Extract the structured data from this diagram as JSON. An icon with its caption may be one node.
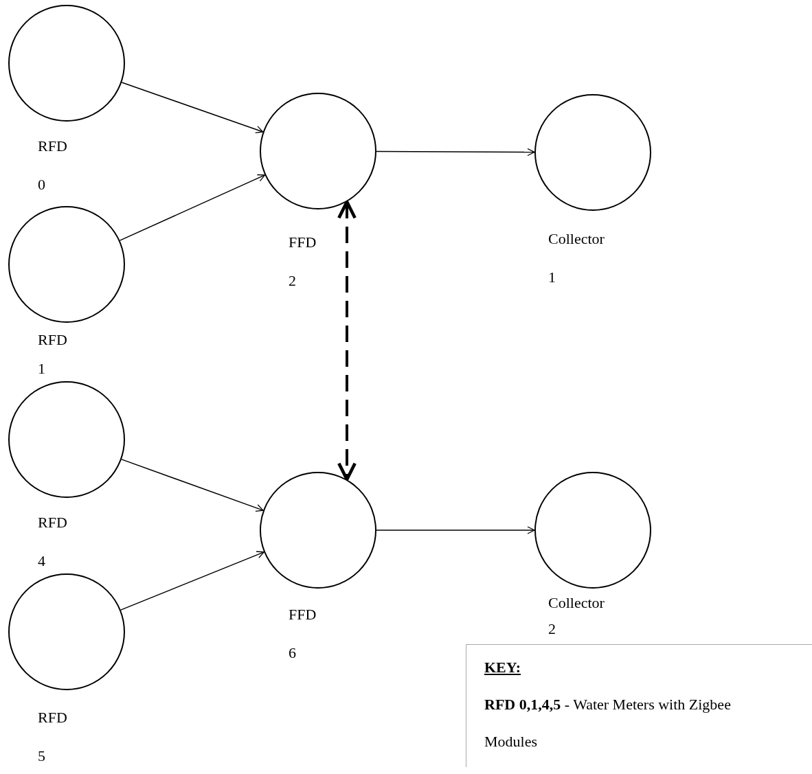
{
  "diagram": {
    "nodes": [
      {
        "text": [
          "RFD 0"
        ]
      },
      {
        "text": [
          "RFD 1"
        ]
      },
      {
        "text": [
          "FFD 2"
        ]
      },
      {
        "text": [
          "Collector 1"
        ]
      },
      {
        "text": [
          "RFD 4"
        ]
      },
      {
        "text": [
          "RFD 5"
        ]
      },
      {
        "text": [
          "FFD 6"
        ]
      },
      {
        "text": [
          "Collector 2"
        ]
      }
    ],
    "edges": [
      {
        "from": 0,
        "to": 2,
        "arrow": "to"
      },
      {
        "from": 1,
        "to": 2,
        "arrow": "to"
      },
      {
        "from": 2,
        "to": 3,
        "arrow": "to"
      },
      {
        "from": 2,
        "to": 6,
        "arrow": "both",
        "style": "dashed"
      },
      {
        "from": 4,
        "to": 6,
        "arrow": "to"
      },
      {
        "from": 5,
        "to": 6,
        "arrow": "to"
      },
      {
        "from": 6,
        "to": 7,
        "arrow": "to"
      }
    ],
    "labels": [
      "KEY:",
      "**RFD 0,1,4,5** - Water Meters with Zigbee Modules"
    ]
  }
}
